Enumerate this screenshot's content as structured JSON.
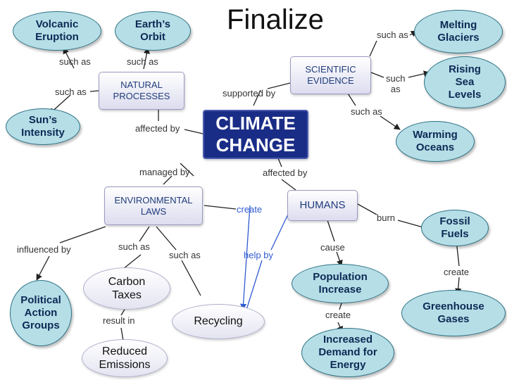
{
  "title": "Finalize",
  "nodes": {
    "volcanic": "Volcanic\nEruption",
    "earth_orbit": "Earth’s\nOrbit",
    "melting": "Melting\nGlaciers",
    "natural": "NATURAL\nPROCESSES",
    "scientific": "SCIENTIFIC\nEVIDENCE",
    "rising": "Rising\nSea\nLevels",
    "sun": "Sun’s\nIntensity",
    "climate": "CLIMATE\nCHANGE",
    "warming": "Warming\nOceans",
    "env_laws": "ENVIRONMENTAL\nLAWS",
    "humans": "HUMANS",
    "fossil": "Fossil\nFuels",
    "carbon": "Carbon\nTaxes",
    "population": "Population\nIncrease",
    "political": "Political\nAction\nGroups",
    "greenhouse": "Greenhouse\nGases",
    "recycling": "Recycling",
    "reduced": "Reduced\nEmissions",
    "demand": "Increased\nDemand for\nEnergy"
  },
  "links": {
    "such_as_volcanic": "such as",
    "such_as_orbit": "such as",
    "such_as_sun": "such as",
    "such_as_melting": "such as",
    "such_as_rising": "such\nas",
    "such_as_warming": "such as",
    "supported_by": "supported by",
    "affected_by_natural": "affected by",
    "managed_by": "managed by",
    "affected_by_humans": "affected by",
    "create_laws": "create",
    "burn": "burn",
    "influenced_by": "influenced by",
    "such_as_carbon": "such as",
    "such_as_recycling": "such as",
    "help_by": "help by",
    "cause": "cause",
    "create_greenhouse": "create",
    "result_in": "result in",
    "create_demand": "create"
  }
}
